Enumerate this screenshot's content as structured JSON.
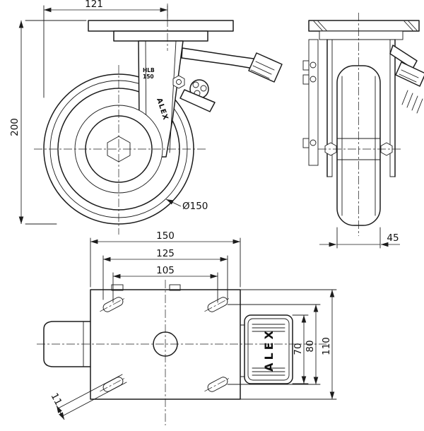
{
  "drawing": {
    "front_view": {
      "dim_offset_width": "121",
      "dim_overall_height": "200",
      "dim_wheel_diameter": "Ø150",
      "hub_model_line1": "HLB",
      "hub_model_line2": "150",
      "brand_logo": "ALEX"
    },
    "side_view": {
      "dim_wheel_width": "45"
    },
    "plate_view": {
      "dim_plate_width": "150",
      "dim_bolt_pattern_width": "125",
      "dim_bolt_pattern_inner": "105",
      "dim_plate_depth": "110",
      "dim_bolt_pattern_depth": "80",
      "dim_pedal_length": "70",
      "dim_slot_width": "11",
      "pedal_brand": "ALEX"
    }
  }
}
